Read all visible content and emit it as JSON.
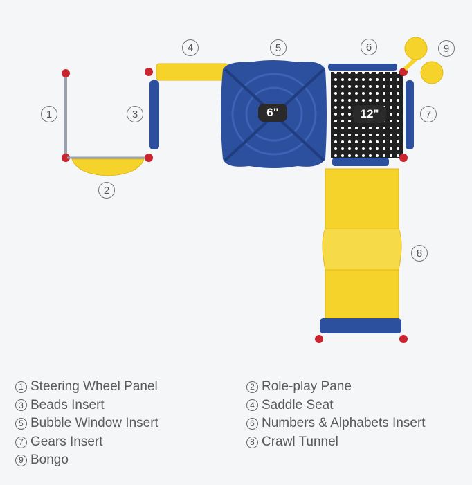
{
  "diagram": {
    "callouts": [
      "1",
      "2",
      "3",
      "4",
      "5",
      "6",
      "7",
      "8",
      "9"
    ],
    "size_labels": {
      "bubble": "6\"",
      "numbers": "12\""
    },
    "colors": {
      "blue": "#2c4f9e",
      "yellow": "#f5d32a",
      "red": "#c8252e",
      "dark": "#1f1f1f"
    }
  },
  "legend": {
    "items": [
      {
        "num": "1",
        "label": "Steering Wheel Panel"
      },
      {
        "num": "2",
        "label": "Role-play Pane"
      },
      {
        "num": "3",
        "label": "Beads Insert"
      },
      {
        "num": "4",
        "label": "Saddle Seat"
      },
      {
        "num": "5",
        "label": "Bubble Window Insert"
      },
      {
        "num": "6",
        "label": "Numbers & Alphabets Insert"
      },
      {
        "num": "7",
        "label": "Gears Insert"
      },
      {
        "num": "8",
        "label": "Crawl Tunnel"
      },
      {
        "num": "9",
        "label": "Bongo"
      }
    ]
  }
}
